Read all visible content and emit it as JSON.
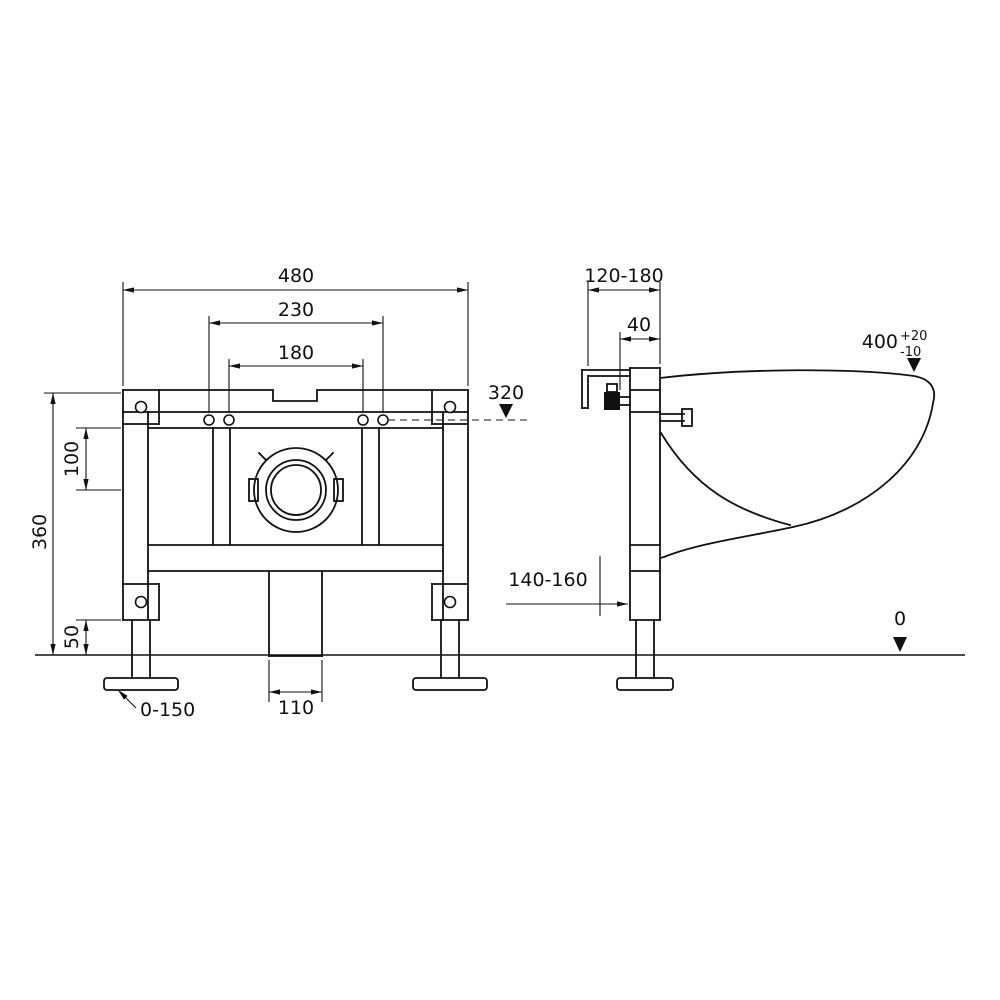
{
  "drawing_title": "wall-hung-toilet-carrier-frame-dimension-drawing",
  "dims": {
    "front_width": "480",
    "front_hole_span_outer": "230",
    "front_hole_span_inner": "180",
    "front_axis_height": "320",
    "front_frame_height": "360",
    "front_axis_to_flange": "100",
    "front_bottom_gap": "50",
    "front_pipe_width": "110",
    "front_leg_adjust": "0-150",
    "side_depth_range": "120-180",
    "side_plate_depth": "40",
    "side_rim_height": "400",
    "side_rim_tol_plus": "+20",
    "side_rim_tol_minus": "-10",
    "side_pipe_offset": "140-160",
    "side_floor_level": "0"
  }
}
